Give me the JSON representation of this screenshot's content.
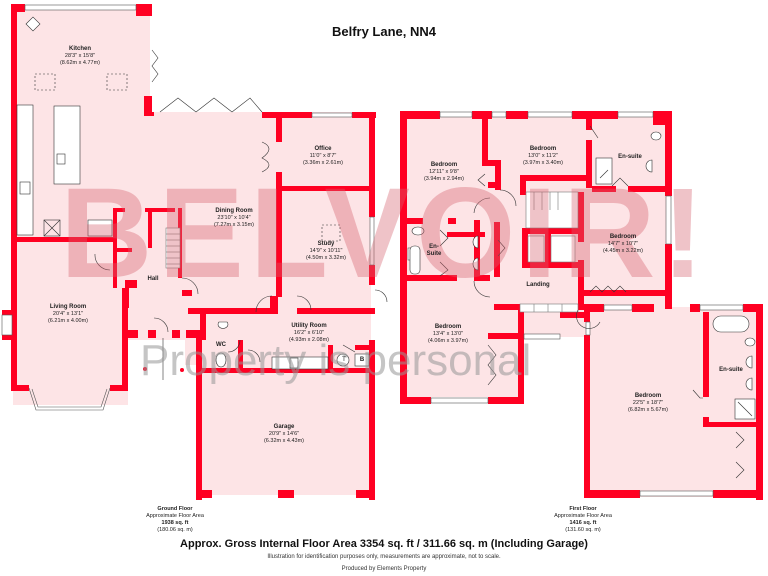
{
  "header": {
    "title": "Belfry Lane, NN4"
  },
  "watermark": {
    "brand": "BELVOIR!",
    "tagline": "Property is personal"
  },
  "colors": {
    "wall": "#ff0022",
    "room_fill": "#fde4e6",
    "watermark_red": "#d6606e",
    "watermark_grey": "#969696"
  },
  "ground_floor": {
    "rooms": [
      {
        "name": "Kitchen",
        "imperial": "28'3\" x 15'8\"",
        "metric": "(8.62m x 4.77m)"
      },
      {
        "name": "Office",
        "imperial": "11'0\" x 8'7\"",
        "metric": "(3.36m x 2.61m)"
      },
      {
        "name": "Dining Room",
        "imperial": "23'10\" x 10'4\"",
        "metric": "(7.27m x 3.15m)"
      },
      {
        "name": "Study",
        "imperial": "14'9\" x 10'11\"",
        "metric": "(4.50m x 3.32m)"
      },
      {
        "name": "Hall",
        "imperial": "",
        "metric": ""
      },
      {
        "name": "Living Room",
        "imperial": "20'4\" x 13'1\"",
        "metric": "(6.21m x 4.00m)"
      },
      {
        "name": "WC",
        "imperial": "",
        "metric": ""
      },
      {
        "name": "Utility Room",
        "imperial": "16'2\" x 6'10\"",
        "metric": "(4.93m x 2.08m)"
      },
      {
        "name": "Garage",
        "imperial": "20'9\" x 14'6\"",
        "metric": "(6.32m x 4.43m)"
      }
    ],
    "fixtures": {
      "tank_label": "T",
      "boiler_label": "B"
    },
    "area": {
      "label": "Ground Floor",
      "sub": "Approximate Floor Area",
      "sqft": "1938 sq. ft",
      "sqm": "(180.06 sq. m)"
    }
  },
  "first_floor": {
    "rooms": [
      {
        "name": "Bedroom",
        "imperial": "12'11\" x 9'8\"",
        "metric": "(3.94m x 2.94m)"
      },
      {
        "name": "Bedroom",
        "imperial": "13'0\" x 11'2\"",
        "metric": "(3.97m x 3.40m)"
      },
      {
        "name": "En-suite",
        "imperial": "",
        "metric": ""
      },
      {
        "name": "Bedroom",
        "imperial": "14'7\" x 10'7\"",
        "metric": "(4.45m x 3.22m)"
      },
      {
        "name": "En-Suite",
        "imperial": "",
        "metric": ""
      },
      {
        "name": "Landing",
        "imperial": "",
        "metric": ""
      },
      {
        "name": "Bedroom",
        "imperial": "13'4\" x 13'0\"",
        "metric": "(4.06m x 3.97m)"
      },
      {
        "name": "Bedroom",
        "imperial": "22'5\" x 18'7\"",
        "metric": "(6.82m x 5.67m)"
      },
      {
        "name": "En-suite",
        "imperial": "",
        "metric": ""
      }
    ],
    "area": {
      "label": "First Floor",
      "sub": "Approximate Floor Area",
      "sqft": "1416 sq. ft",
      "sqm": "(131.60 sq. m)"
    }
  },
  "footer": {
    "gross_area": "Approx. Gross Internal Floor Area 3354 sq. ft / 311.66 sq. m (Including Garage)",
    "disclaimer": "Illustration for identification purposes only, measurements are approximate, not to scale.",
    "producer": "Produced by Elements Property"
  }
}
